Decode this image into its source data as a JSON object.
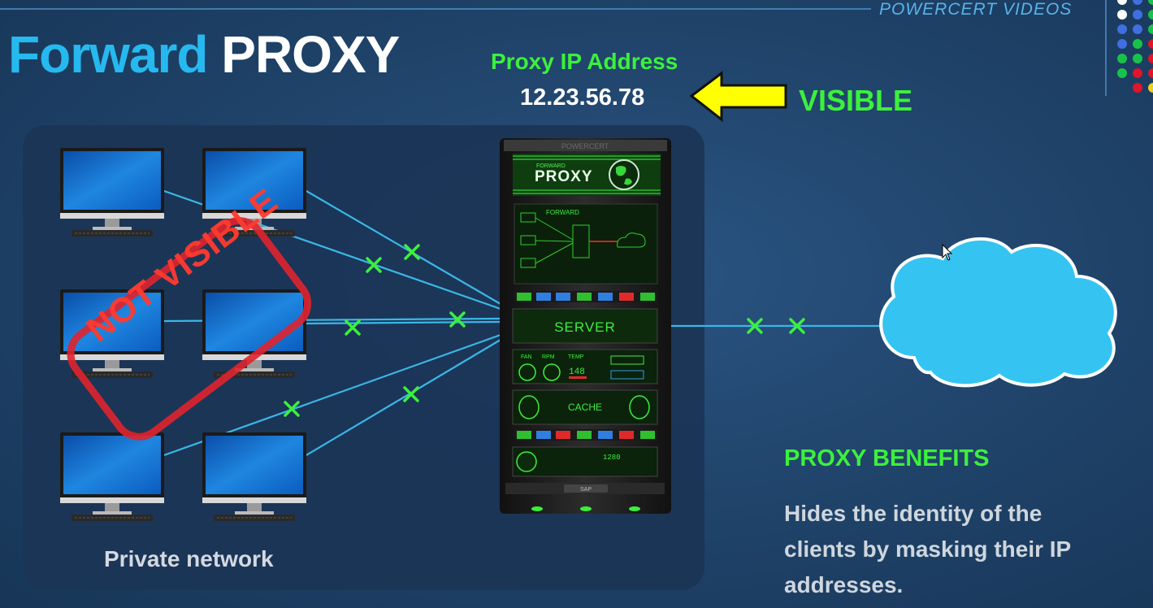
{
  "title": {
    "part1": "Forward",
    "part2": "PROXY"
  },
  "brand": "POWERCERT VIDEOS",
  "proxy": {
    "label": "Proxy IP Address",
    "ip": "12.23.56.78",
    "visibility": "VISIBLE"
  },
  "private_network": {
    "label": "Private network",
    "stamp": "NOT VISIBLE",
    "computer_count": 6
  },
  "server_rack": {
    "brand": "POWERCERT",
    "header_small": "FORWARD",
    "header_big": "PROXY",
    "diagram_label": "FORWARD",
    "server_label": "SERVER",
    "fan_label": "FAN",
    "rpm_label": "RPM",
    "temp_label": "TEMP",
    "temp_value": "148",
    "cache_label": "CACHE",
    "counter_value": "1280",
    "bottom_label": "SAP"
  },
  "benefits": {
    "title": "PROXY BENEFITS",
    "text": "Hides the identity of the clients by masking their IP addresses."
  },
  "colors": {
    "accent_blue": "#26b9ef",
    "green": "#3cf03c",
    "arrow_yellow": "#ffff00",
    "stamp_red": "#ff3b2f",
    "cloud": "#35c4f2",
    "line": "#3ab7e6"
  },
  "dots": [
    [
      "#ffffff",
      "#3f6fe0",
      "#18c24a"
    ],
    [
      "#ffffff",
      "#3f6fe0",
      "#18c24a"
    ],
    [
      "#3f6fe0",
      "#3f6fe0",
      "#18c24a"
    ],
    [
      "#3f6fe0",
      "#18c24a",
      "#e0142a"
    ],
    [
      "#18c24a",
      "#18c24a",
      "#e0142a"
    ],
    [
      "#18c24a",
      "#e0142a",
      "#e0142a"
    ],
    [
      null,
      "#e0142a",
      "#e8d020"
    ]
  ]
}
